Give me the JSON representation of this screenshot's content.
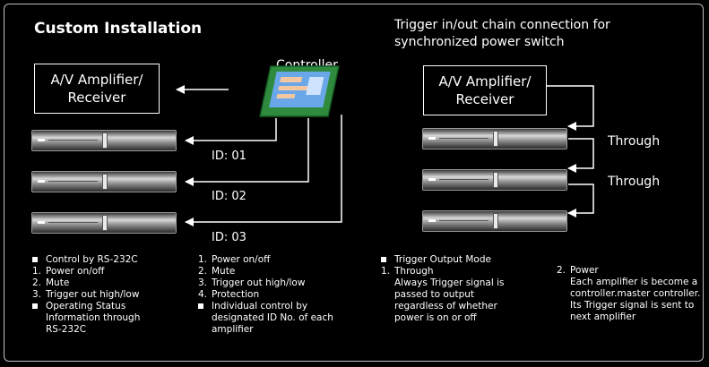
{
  "left": {
    "title": "Custom Installation",
    "receiver_label": "A/V Amplifier/\nReceiver",
    "controller_label": "Controller",
    "ids": [
      "ID: 01",
      "ID: 02",
      "ID: 03"
    ],
    "list1": [
      {
        "marker": "square",
        "text": "Control by RS-232C"
      },
      {
        "marker": "1.",
        "text": "Power on/off"
      },
      {
        "marker": "2.",
        "text": "Mute"
      },
      {
        "marker": "3.",
        "text": "Trigger out high/low"
      },
      {
        "marker": "square",
        "text": "Operating Status\nInformation through\nRS-232C"
      }
    ],
    "list2": [
      {
        "marker": "1.",
        "text": "Power on/off"
      },
      {
        "marker": "2.",
        "text": "Mute"
      },
      {
        "marker": "3.",
        "text": "Trigger out high/low"
      },
      {
        "marker": "4.",
        "text": "Protection"
      },
      {
        "marker": "square",
        "text": "Individual control by\ndesignated ID No. of each\namplifier"
      }
    ]
  },
  "right": {
    "title_line1": "Trigger in/out chain connection for",
    "title_line2": "synchronized power switch",
    "receiver_label": "A/V Amplifier/\nReceiver",
    "through_labels": [
      "Through",
      "Through"
    ],
    "list1": [
      {
        "marker": "square",
        "text": "Trigger Output Mode"
      },
      {
        "marker": "1.",
        "text": "Through\nAlways Trigger signal is\npassed to output\nregardless of whether\npower is on or off"
      }
    ],
    "list2_marker": "2.",
    "list2_heading": "Power",
    "list2_text": "Each amplifier is become a\ncontroller.master controller.\nIts Trigger signal is sent to\nnext amplifier"
  },
  "colors": {
    "background": "#000000",
    "foreground": "#ffffff",
    "controller_board": "#2e8b3e",
    "controller_chip": "#6aa7e8"
  }
}
